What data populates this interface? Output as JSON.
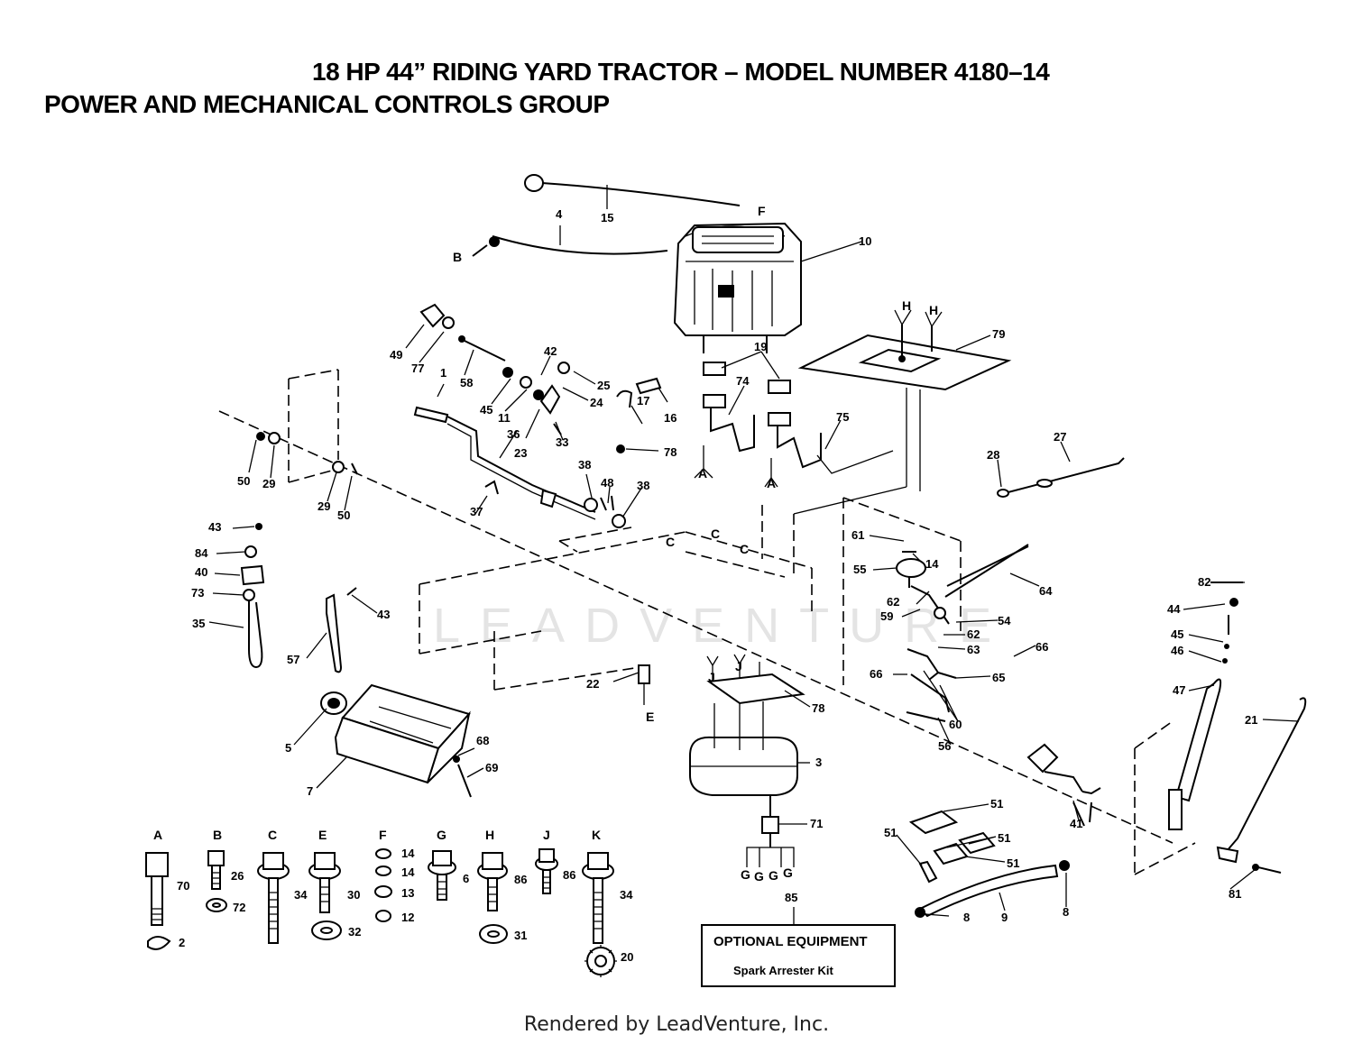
{
  "title_line1": "18 HP 44” RIDING YARD TRACTOR – MODEL NUMBER 4180–14",
  "title_line2": "POWER AND MECHANICAL CONTROLS GROUP",
  "watermark": "LEADVENTURE",
  "footer": "Rendered by LeadVenture, Inc.",
  "optional_equipment": {
    "title": "OPTIONAL EQUIPMENT",
    "item": "Spark Arrester Kit",
    "callout": "85"
  },
  "hardware_headers": [
    "A",
    "B",
    "C",
    "E",
    "F",
    "G",
    "H",
    "J",
    "K"
  ],
  "hardware_callouts": [
    "70",
    "2",
    "26",
    "72",
    "34",
    "30",
    "32",
    "14",
    "14",
    "13",
    "12",
    "6",
    "86",
    "31",
    "86",
    "34",
    "20"
  ],
  "connection_letters": [
    "B",
    "F",
    "H",
    "H",
    "A",
    "A",
    "C",
    "C",
    "C",
    "E",
    "J",
    "J",
    "G",
    "G",
    "G",
    "G"
  ],
  "part_callouts": [
    "15",
    "4",
    "10",
    "79",
    "19",
    "74",
    "75",
    "49",
    "77",
    "58",
    "42",
    "25",
    "24",
    "45",
    "11",
    "23",
    "33",
    "1",
    "36",
    "17",
    "16",
    "78",
    "27",
    "28",
    "50",
    "29",
    "29",
    "50",
    "37",
    "38",
    "48",
    "38",
    "43",
    "84",
    "40",
    "73",
    "35",
    "57",
    "43",
    "61",
    "14",
    "55",
    "62",
    "59",
    "54",
    "62",
    "63",
    "64",
    "66",
    "66",
    "65",
    "60",
    "56",
    "82",
    "44",
    "45",
    "46",
    "47",
    "21",
    "22",
    "78",
    "3",
    "71",
    "5",
    "7",
    "68",
    "69",
    "51",
    "51",
    "51",
    "51",
    "8",
    "9",
    "8",
    "41",
    "81"
  ]
}
